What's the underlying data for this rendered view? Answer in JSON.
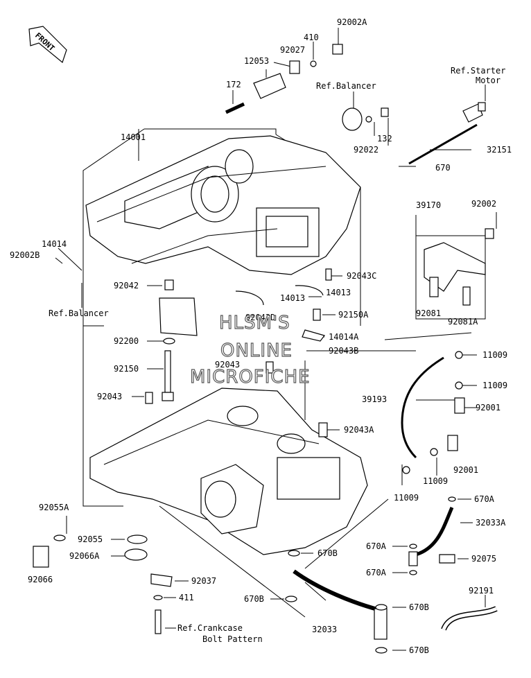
{
  "front_label": "FRONT",
  "watermark": [
    "HLSM'S",
    "ONLINE",
    "MICROFICHE"
  ],
  "labels": [
    {
      "text": "92002A"
    },
    {
      "text": "410"
    },
    {
      "text": "92027"
    },
    {
      "text": "12053"
    },
    {
      "text": "172"
    },
    {
      "text": "Ref.Balancer"
    },
    {
      "text": "Ref.Starter"
    },
    {
      "text": "Motor"
    },
    {
      "text": "14001"
    },
    {
      "text": "132"
    },
    {
      "text": "92022"
    },
    {
      "text": "32151"
    },
    {
      "text": "670"
    },
    {
      "text": "39170"
    },
    {
      "text": "92002"
    },
    {
      "text": "14014"
    },
    {
      "text": "92002B"
    },
    {
      "text": "92043C"
    },
    {
      "text": "92042"
    },
    {
      "text": "14013"
    },
    {
      "text": "14013"
    },
    {
      "text": "Ref.Balancer"
    },
    {
      "text": "92043D"
    },
    {
      "text": "92150A"
    },
    {
      "text": "92081"
    },
    {
      "text": "92081A"
    },
    {
      "text": "14014A"
    },
    {
      "text": "92200"
    },
    {
      "text": "92043B"
    },
    {
      "text": "11009"
    },
    {
      "text": "92043"
    },
    {
      "text": "92150"
    },
    {
      "text": "11009"
    },
    {
      "text": "92043"
    },
    {
      "text": "39193"
    },
    {
      "text": "92001"
    },
    {
      "text": "92043A"
    },
    {
      "text": "92001"
    },
    {
      "text": "11009"
    },
    {
      "text": "11009"
    },
    {
      "text": "670A"
    },
    {
      "text": "92055A"
    },
    {
      "text": "32033A"
    },
    {
      "text": "92055"
    },
    {
      "text": "670A"
    },
    {
      "text": "670B"
    },
    {
      "text": "92066A"
    },
    {
      "text": "92075"
    },
    {
      "text": "670A"
    },
    {
      "text": "92066"
    },
    {
      "text": "92037"
    },
    {
      "text": "92191"
    },
    {
      "text": "411"
    },
    {
      "text": "670B"
    },
    {
      "text": "670B"
    },
    {
      "text": "32033"
    },
    {
      "text": "Ref.Crankcase"
    },
    {
      "text": "Bolt Pattern"
    },
    {
      "text": "670B"
    }
  ]
}
